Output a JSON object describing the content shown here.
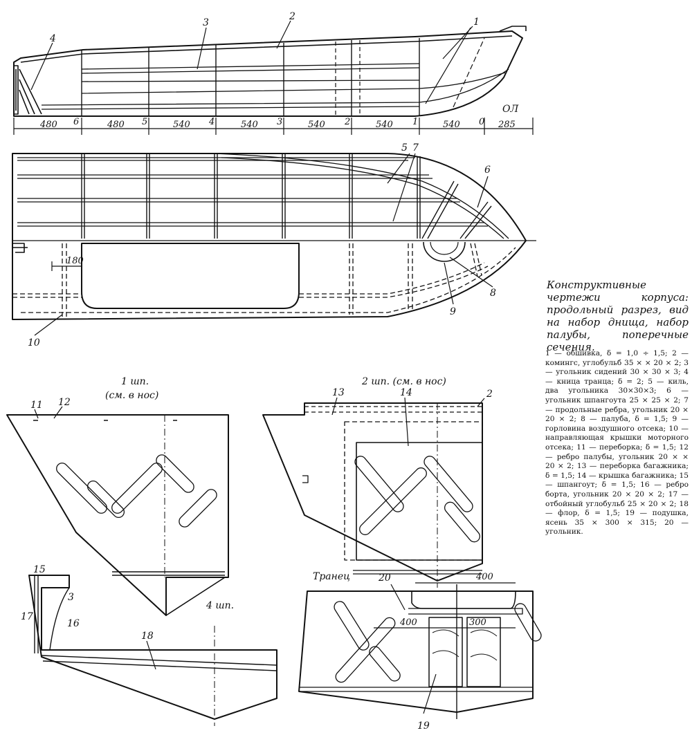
{
  "caption": "Конструктивные чертежи корпуса: продольный разрез, вид на набор днища, набор палубы, поперечные сечения.",
  "legend": "1 — обшивка, δ = 1,0 ÷ 1,5; 2 — комингс, углобульб 35 × × 20 × 2; 3 — угольник сидений 30 × 30 × 3; 4 — кница транца; δ = 2; 5 — киль, два угольника 30×30×3; 6 — угольник шпангоута 25 × 25 × 2; 7 — продольные ребра, угольник 20 × 20 × 2; 8 — палуба, δ = 1,5; 9 — горловина воздушного отсека; 10 — направляющая крышки моторного отсека; 11 — переборка; δ = 1,5; 12 — ребро палубы, угольник 20 × × 20 × 2; 13 — переборка багажника; δ = 1,5; 14 — крышка багажника; 15 — шпангоут; δ = 1,5; 16 — ребро борта, угольник 20 × 20 × 2; 17 — отбойный углобульб 25 × 20 × 2; 18 — флор, δ = 1,5; 19 — подушка, ясень 35 × 300 × 315; 20 — угольник.",
  "profile": {
    "dimensions": [
      "480",
      "480",
      "540",
      "540",
      "540",
      "540",
      "540",
      "285"
    ],
    "station_marks": [
      "6",
      "5",
      "4",
      "3",
      "2",
      "1",
      "0"
    ],
    "dwl": "ОЛ",
    "callouts": [
      "1",
      "2",
      "3",
      "4"
    ]
  },
  "plan": {
    "callouts": [
      "5",
      "7",
      "6",
      "8",
      "9",
      "10"
    ],
    "dim_180": "180"
  },
  "sections": {
    "s1_title_a": "1 шп.",
    "s1_title_b": "(см. в нос)",
    "s2_title": "2 шп. (см. в нос)",
    "s4_title": "4 шп.",
    "transom_title": "Транец",
    "callouts": [
      "11",
      "12",
      "13",
      "14",
      "2",
      "15",
      "3",
      "17",
      "16",
      "18",
      "20",
      "19"
    ],
    "dim_400_top": "400",
    "dim_400": "400",
    "dim_300": "300"
  }
}
